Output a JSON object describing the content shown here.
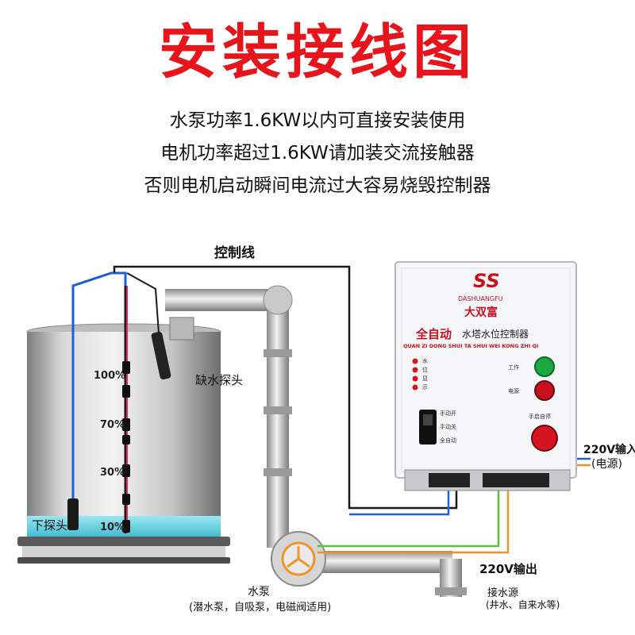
{
  "title": "安装接线图",
  "intro_lines": [
    "水泵功率1.6KW以内可直接安装使用",
    "电机功率超过1.6KW请加装交流接触器",
    "否则电机启动瞬间电流过大容易烧毁控制器"
  ],
  "labels": {
    "control_line": "控制线",
    "low_water_probe": "缺水探头",
    "lower_probe": "下探头",
    "pump": "水泵",
    "pump_note": "(潜水泵，自吸泵，电磁阀适用)",
    "power_in": "220V输入",
    "power_in_note": "(电源)",
    "power_out": "220V输出",
    "water_source": "接水源",
    "water_source_note": "(井水、自来水等)"
  },
  "levels": [
    "100%",
    "70%",
    "30%",
    "10%"
  ],
  "controller": {
    "logo": "SS",
    "brand_en": "DASHUANGFU",
    "brand_cn": "大双富",
    "name_red": "全自动",
    "name_black": "水塔水位控制器",
    "pinyin": "QUAN ZI DONG SHUI TA SHUI WEI KONG ZHI QI",
    "level_leds": [
      "水",
      "位",
      "显",
      "示"
    ],
    "work_label": "工作",
    "power_label": "电源",
    "reset_label": "手启自停",
    "switch_labels": [
      "手动开",
      "手动关",
      "全自动"
    ]
  },
  "colors": {
    "title_red": "#e8141c",
    "wire_black": "#1a1a1a",
    "wire_blue": "#1f5fd6",
    "wire_green": "#5cbf3a",
    "wire_orange": "#f0922a",
    "water": "#5fd0de"
  }
}
